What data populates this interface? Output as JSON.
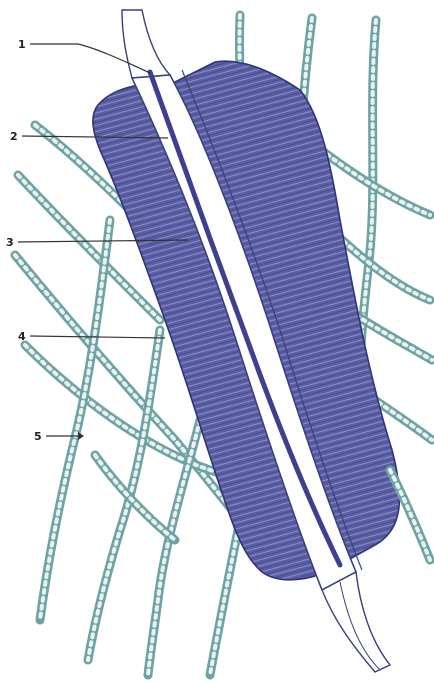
{
  "labels": [
    {
      "id": "1",
      "text": "1"
    },
    {
      "id": "2",
      "text": "2"
    },
    {
      "id": "3",
      "text": "3"
    },
    {
      "id": "4",
      "text": "4"
    },
    {
      "id": "5",
      "text": "5"
    }
  ],
  "colors": {
    "fiber": "#6fa3a3",
    "balloon": "#5b5fa3",
    "balloon_edge": "#2f3378",
    "catheter": "#ffffff",
    "catheter_edge": "#3b3f7a",
    "guidewire": "#3d4090"
  }
}
